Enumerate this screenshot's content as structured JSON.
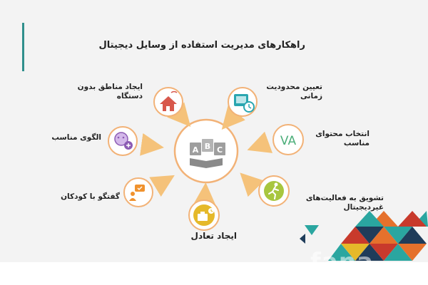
{
  "slide": {
    "title": "راهکارهای مدیریت استفاده از وسایل دیجیتال",
    "watermark": "fana"
  },
  "items": [
    {
      "lines": [
        "ایجاد مناطق بدون",
        "دستگاه"
      ],
      "icon": "no-device-home-icon",
      "color": "#d8584c"
    },
    {
      "lines": [
        "تعیین محدودیت",
        "زمانی"
      ],
      "icon": "screen-time-clock-icon",
      "color": "#2aa6b0"
    },
    {
      "lines": [
        "انتخاب محتوای",
        "مناسب"
      ],
      "icon": "va-content-icon",
      "color": "#4cae7a"
    },
    {
      "lines": [
        "تشویق به فعالیت‌های",
        "غیردیجیتال"
      ],
      "icon": "running-person-icon",
      "color": "#a8c63f"
    },
    {
      "lines": [
        "ایجاد تعادل"
      ],
      "icon": "balance-scale-icon",
      "color": "#e5b92a"
    },
    {
      "lines": [
        "گفتگو با کودکان"
      ],
      "icon": "conversation-icon",
      "color": "#f0922e"
    },
    {
      "lines": [
        "الگوی مناسب"
      ],
      "icon": "role-model-icon",
      "color": "#8c5bb4"
    }
  ],
  "center": {
    "icon": "abc-books-icon",
    "letters": "ABC"
  }
}
